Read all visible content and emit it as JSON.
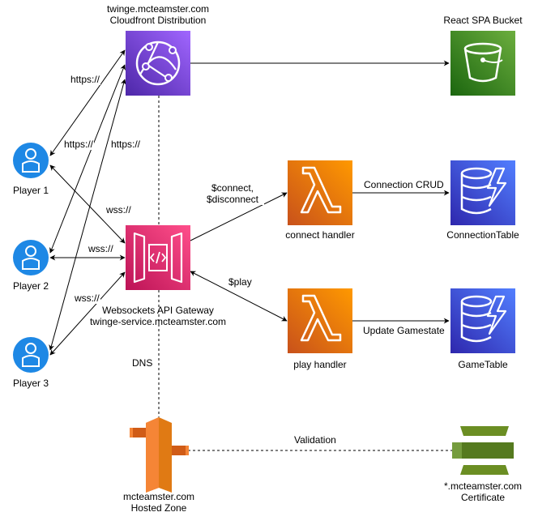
{
  "nodes": {
    "cloudfront": {
      "line1": "twinge.mcteamster.com",
      "line2": "Cloudfront Distribution"
    },
    "spa_bucket": {
      "label": "React SPA Bucket"
    },
    "connect_handler": {
      "label": "connect handler"
    },
    "connection_table": {
      "label": "ConnectionTable"
    },
    "play_handler": {
      "label": "play handler"
    },
    "game_table": {
      "label": "GameTable"
    },
    "api_gateway": {
      "line1": "Websockets API Gateway",
      "line2": "twinge-service.mcteamster.com"
    },
    "hosted_zone": {
      "line1": "mcteamster.com",
      "line2": "Hosted Zone"
    },
    "certificate": {
      "line1": "*.mcteamster.com",
      "line2": "Certificate"
    }
  },
  "players": [
    "Player 1",
    "Player 2",
    "Player 3"
  ],
  "edges": {
    "p1_https": "https://",
    "p2_https": "https://",
    "p3_https": "https://",
    "p1_wss": "wss://",
    "p2_wss": "wss://",
    "p3_wss": "wss://",
    "connect_route_1": "$connect,",
    "connect_route_2": "$disconnect",
    "play_route": "$play",
    "connection_crud": "Connection CRUD",
    "update_gamestate": "Update Gamestate",
    "dns": "DNS",
    "validation": "Validation"
  },
  "colors": {
    "cloudfront": "#8C4FFF",
    "s3": "#3F8624",
    "lambda": "#ED7100",
    "dynamodb": "#3B48CC",
    "api_gateway": "#E7157B",
    "route53": "#ED7100",
    "certificate": "#759C3E",
    "user": "#1E88E5"
  }
}
